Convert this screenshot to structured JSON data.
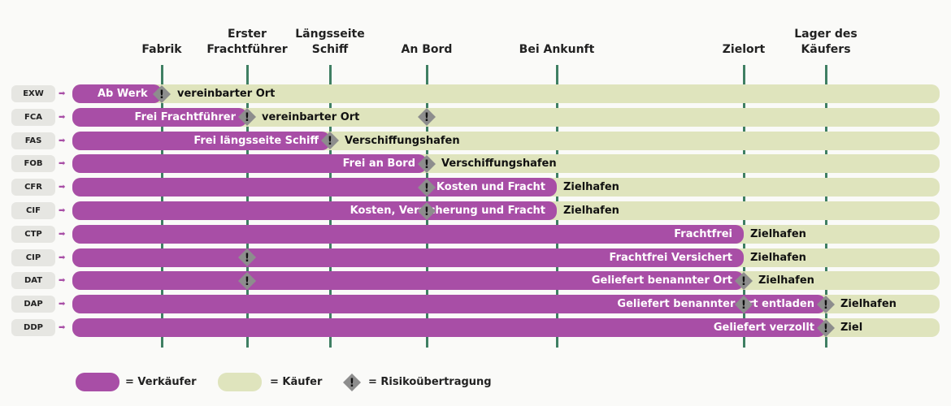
{
  "headers": [
    {
      "key": "fabrik",
      "label": "Fabrik"
    },
    {
      "key": "erster_frachtfuehrer",
      "label": "Erster Frachtführer"
    },
    {
      "key": "laengsseite_schiff",
      "label": "Längsseite Schiff"
    },
    {
      "key": "an_bord",
      "label": "An Bord"
    },
    {
      "key": "bei_ankunft",
      "label": "Bei Ankunft"
    },
    {
      "key": "zielort",
      "label": "Zielort"
    },
    {
      "key": "lager_kaeufer",
      "label": "Lager des Käufers"
    }
  ],
  "rows": [
    {
      "code": "EXW",
      "seller_label": "Ab Werk",
      "seller_end": "fabrik",
      "buyer_label": "vereinbarter Ort",
      "risk_at": [
        "fabrik"
      ]
    },
    {
      "code": "FCA",
      "seller_label": "Frei Frachtführer",
      "seller_end": "erster_frachtfuehrer",
      "buyer_label": "vereinbarter Ort",
      "risk_at": [
        "erster_frachtfuehrer",
        "an_bord"
      ]
    },
    {
      "code": "FAS",
      "seller_label": "Frei längsseite Schiff",
      "seller_end": "laengsseite_schiff",
      "buyer_label": "Verschiffungshafen",
      "risk_at": [
        "laengsseite_schiff"
      ]
    },
    {
      "code": "FOB",
      "seller_label": "Frei an Bord",
      "seller_end": "an_bord",
      "buyer_label": "Verschiffungshafen",
      "risk_at": [
        "an_bord"
      ]
    },
    {
      "code": "CFR",
      "seller_label": "Kosten und Fracht",
      "seller_end": "bei_ankunft",
      "buyer_label": "Zielhafen",
      "risk_at": [
        "an_bord"
      ]
    },
    {
      "code": "CIF",
      "seller_label": "Kosten, Versicherung und Fracht",
      "seller_end": "bei_ankunft",
      "buyer_label": "Zielhafen",
      "risk_at": [
        "an_bord"
      ]
    },
    {
      "code": "CTP",
      "seller_label": "Frachtfrei",
      "seller_end": "zielort",
      "buyer_label": "Zielhafen",
      "risk_at": []
    },
    {
      "code": "CIP",
      "seller_label": "Frachtfrei Versichert",
      "seller_end": "zielort",
      "buyer_label": "Zielhafen",
      "risk_at": [
        "erster_frachtfuehrer"
      ]
    },
    {
      "code": "DAT",
      "seller_label": "Geliefert benannter Ort",
      "seller_end": "zielort",
      "buyer_label": "Zielhafen",
      "risk_at": [
        "erster_frachtfuehrer",
        "zielort"
      ]
    },
    {
      "code": "DAP",
      "seller_label": "Geliefert benannter Ort entladen",
      "seller_end": "lager_kaeufer",
      "buyer_label": "Zielhafen",
      "risk_at": [
        "zielort",
        "lager_kaeufer"
      ]
    },
    {
      "code": "DDP",
      "seller_label": "Geliefert verzollt",
      "seller_end": "lager_kaeufer",
      "buyer_label": "Ziel",
      "risk_at": [
        "lager_kaeufer"
      ]
    }
  ],
  "legend": {
    "seller_label": "= Verkäufer",
    "buyer_label": "= Käufer",
    "risk_label": "= Risikoübertragung",
    "risk_symbol": "!"
  },
  "colors": {
    "seller": "#a84ea6",
    "buyer": "#dfe4bd",
    "line": "#3f7f63",
    "risk": "#8d8d8d"
  },
  "icons": {
    "arrow": "➡",
    "risk": "warning-diamond-icon"
  }
}
